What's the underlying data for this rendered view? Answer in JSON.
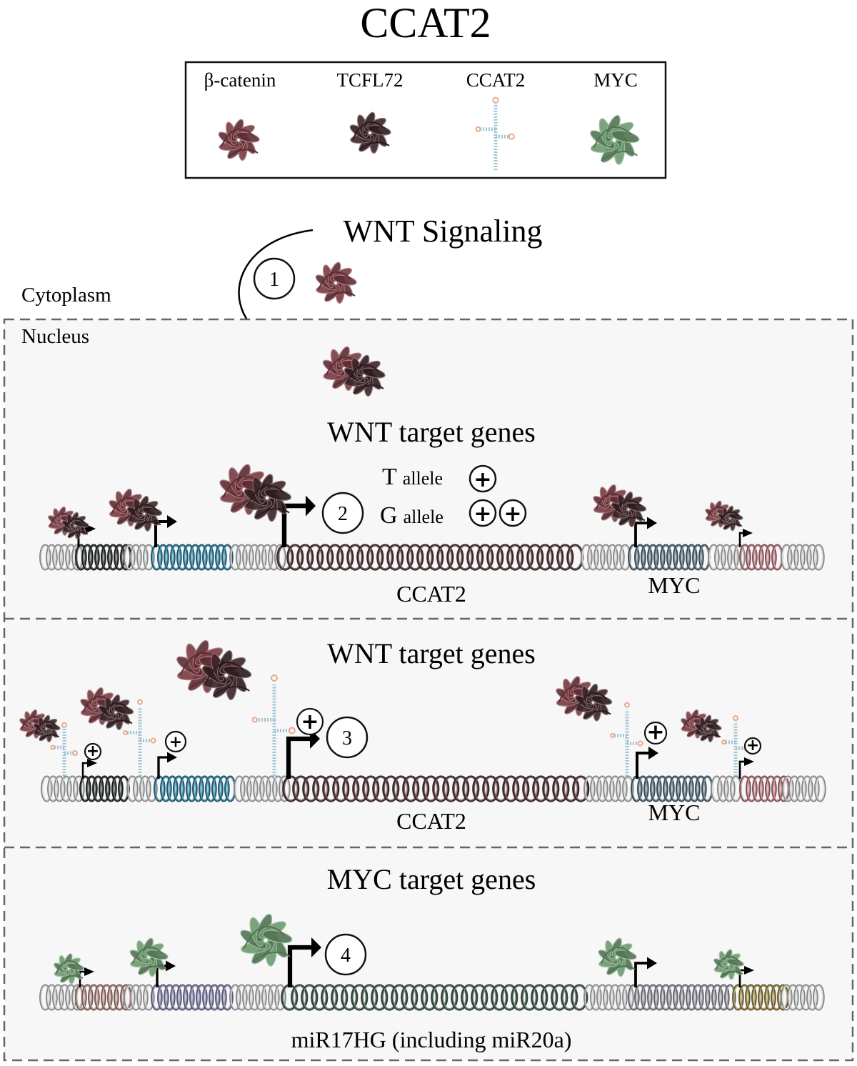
{
  "title": "CCAT2",
  "legend": {
    "items": [
      {
        "label": "β-catenin",
        "icon": "beta-catenin-protein-icon",
        "color": "#7a3a42"
      },
      {
        "label": "TCFL72",
        "icon": "tcfl72-protein-icon",
        "color": "#3d2428"
      },
      {
        "label": "CCAT2",
        "icon": "ccat2-rna-icon",
        "color": "#9fc6d6"
      },
      {
        "label": "MYC",
        "icon": "myc-protein-icon",
        "color": "#6d9b6f"
      }
    ]
  },
  "signaling_label": "WNT Signaling",
  "compartments": {
    "cytoplasm": "Cytoplasm",
    "nucleus": "Nucleus"
  },
  "steps": {
    "s1": "1",
    "s2": "2",
    "s3": "3",
    "s4": "4"
  },
  "panels": {
    "p1": {
      "title": "WNT target genes",
      "main_gene": "CCAT2",
      "side_gene": "MYC",
      "t_allele_letter": "T",
      "t_allele_word": "allele",
      "g_allele_letter": "G",
      "g_allele_word": "allele"
    },
    "p2": {
      "title": "WNT target genes",
      "main_gene": "CCAT2",
      "side_gene": "MYC"
    },
    "p3": {
      "title": "MYC target genes",
      "main_gene": "miR17HG (including miR20a)"
    }
  },
  "plus_symbol": "+",
  "colors": {
    "ccat2_gene": "#5a3a3e",
    "myc_gene": "#5a7484",
    "blue_gene": "#2e85a6",
    "dark_gene": "#2a2f2a",
    "pink_gene": "#c27c84",
    "mir17hg_gene": "#4c6658",
    "salmon_gene": "#b98b86",
    "lavender_gene": "#8a88b4",
    "grey_gene": "#9a9aa6",
    "olive_gene": "#9c8a48",
    "white_dna": "#d2d2d2",
    "panel_bg": "#f7f7f7"
  }
}
